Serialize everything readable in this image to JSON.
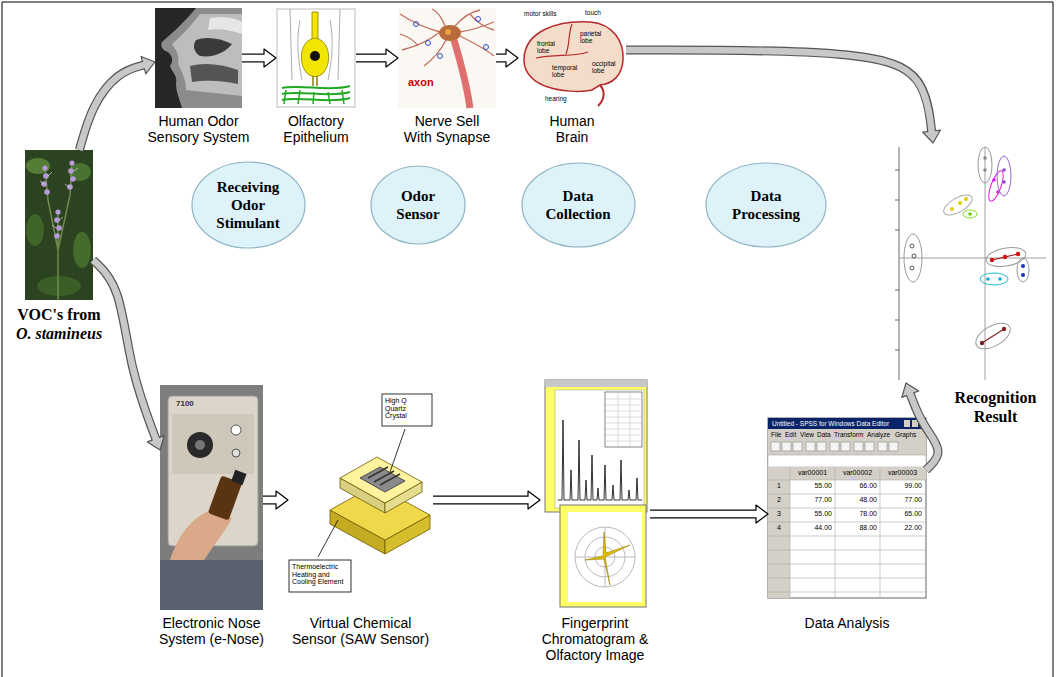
{
  "diagram": {
    "nodes": [
      {
        "text": [
          "Human Odor Sensory System"
        ]
      },
      {
        "text": [
          "Olfactory Epithelium"
        ]
      },
      {
        "text": [
          "Nerve Sell With Synapse"
        ]
      },
      {
        "text": [
          "Human Brain"
        ]
      },
      {
        "text": [
          "VOC's from",
          "O. stamineus"
        ]
      },
      {
        "text": [
          "Receiving Odor Stimulant"
        ]
      },
      {
        "text": [
          "Odor Sensor"
        ]
      },
      {
        "text": [
          "Data Collection"
        ]
      },
      {
        "text": [
          "Data Processing"
        ]
      },
      {
        "text": [
          "Recognition Result"
        ]
      },
      {
        "text": [
          "Electronic Nose System (e-Nose)"
        ]
      },
      {
        "text": [
          "Virtual Chemical Sensor (SAW Sensor)"
        ]
      },
      {
        "text": [
          "Fingerprint Chromatogram & Olfactory Image"
        ]
      },
      {
        "text": [
          "Data Analysis"
        ]
      }
    ],
    "edges": [
      {
        "from": 4,
        "to": 0,
        "arrow": "to"
      },
      {
        "from": 0,
        "to": 1,
        "arrow": "to"
      },
      {
        "from": 1,
        "to": 2,
        "arrow": "to"
      },
      {
        "from": 2,
        "to": 3,
        "arrow": "to"
      },
      {
        "from": 3,
        "to": 9,
        "arrow": "to"
      },
      {
        "from": 4,
        "to": 10,
        "arrow": "to"
      },
      {
        "from": 10,
        "to": 11,
        "arrow": "to"
      },
      {
        "from": 11,
        "to": 12,
        "arrow": "to"
      },
      {
        "from": 12,
        "to": 13,
        "arrow": "to"
      },
      {
        "from": 13,
        "to": 9,
        "arrow": "to"
      }
    ],
    "labels": [
      "motor skills",
      "touch",
      "parietal lobe",
      "frontal lobe",
      "temporal lobe",
      "occipital lobe",
      "hearing",
      "axon",
      "7100",
      "High Q Quartz Crystal",
      "Thermoelectric Heating and Cooling Element",
      "Untitled - SPSS for Windows Data Editor",
      "File",
      "Edit",
      "View",
      "Data",
      "Transform",
      "Analyze",
      "Graphs",
      "var00001",
      "var00002",
      "var00003",
      "1",
      "2",
      "3",
      "4",
      "55.00",
      "66.00",
      "99.00",
      "77.00",
      "48.00",
      "77.00",
      "55.00",
      "78.00",
      "65.00",
      "44.00",
      "88.00",
      "22.00"
    ]
  }
}
